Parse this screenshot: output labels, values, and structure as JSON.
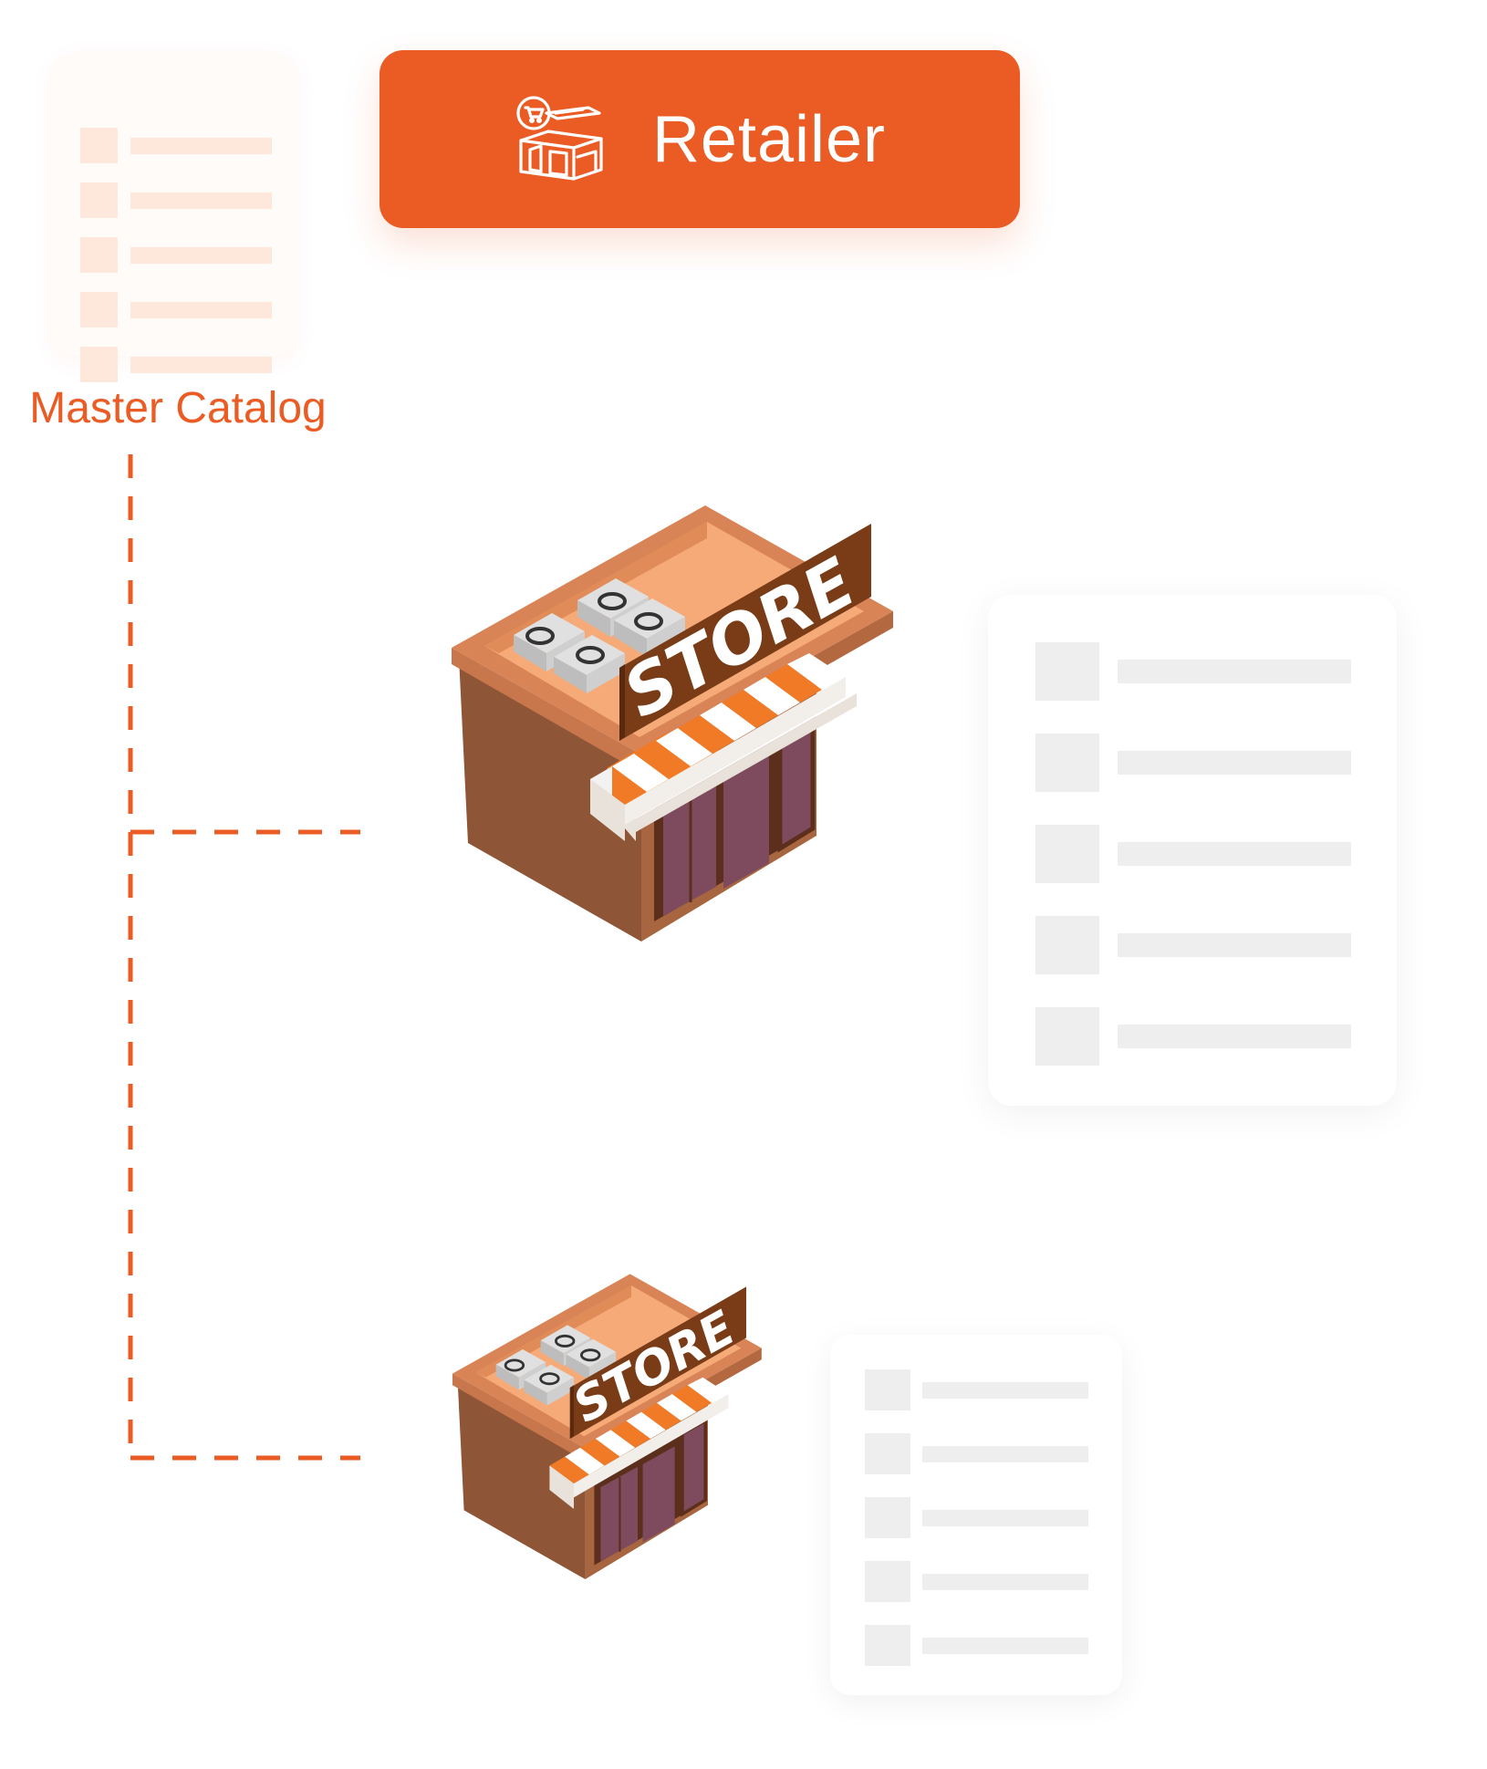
{
  "retailer": {
    "label": "Retailer",
    "icon": "storefront-cart-icon",
    "color": "#EB5B24"
  },
  "master_catalog": {
    "label": "Master Catalog",
    "row_count": 5
  },
  "stores": [
    {
      "sign_text": "STORE",
      "catalog_row_count": 5
    },
    {
      "sign_text": "STORE",
      "catalog_row_count": 5
    }
  ],
  "colors": {
    "accent": "#EB5B24",
    "master_catalog_fill": "#FDE8DB",
    "store_catalog_fill": "#EEEEEE",
    "sign_brown": "#7A3C17",
    "wall_brown": "#8E5537",
    "roof_tan": "#F4A572",
    "window_purple": "#7E4B5E"
  }
}
